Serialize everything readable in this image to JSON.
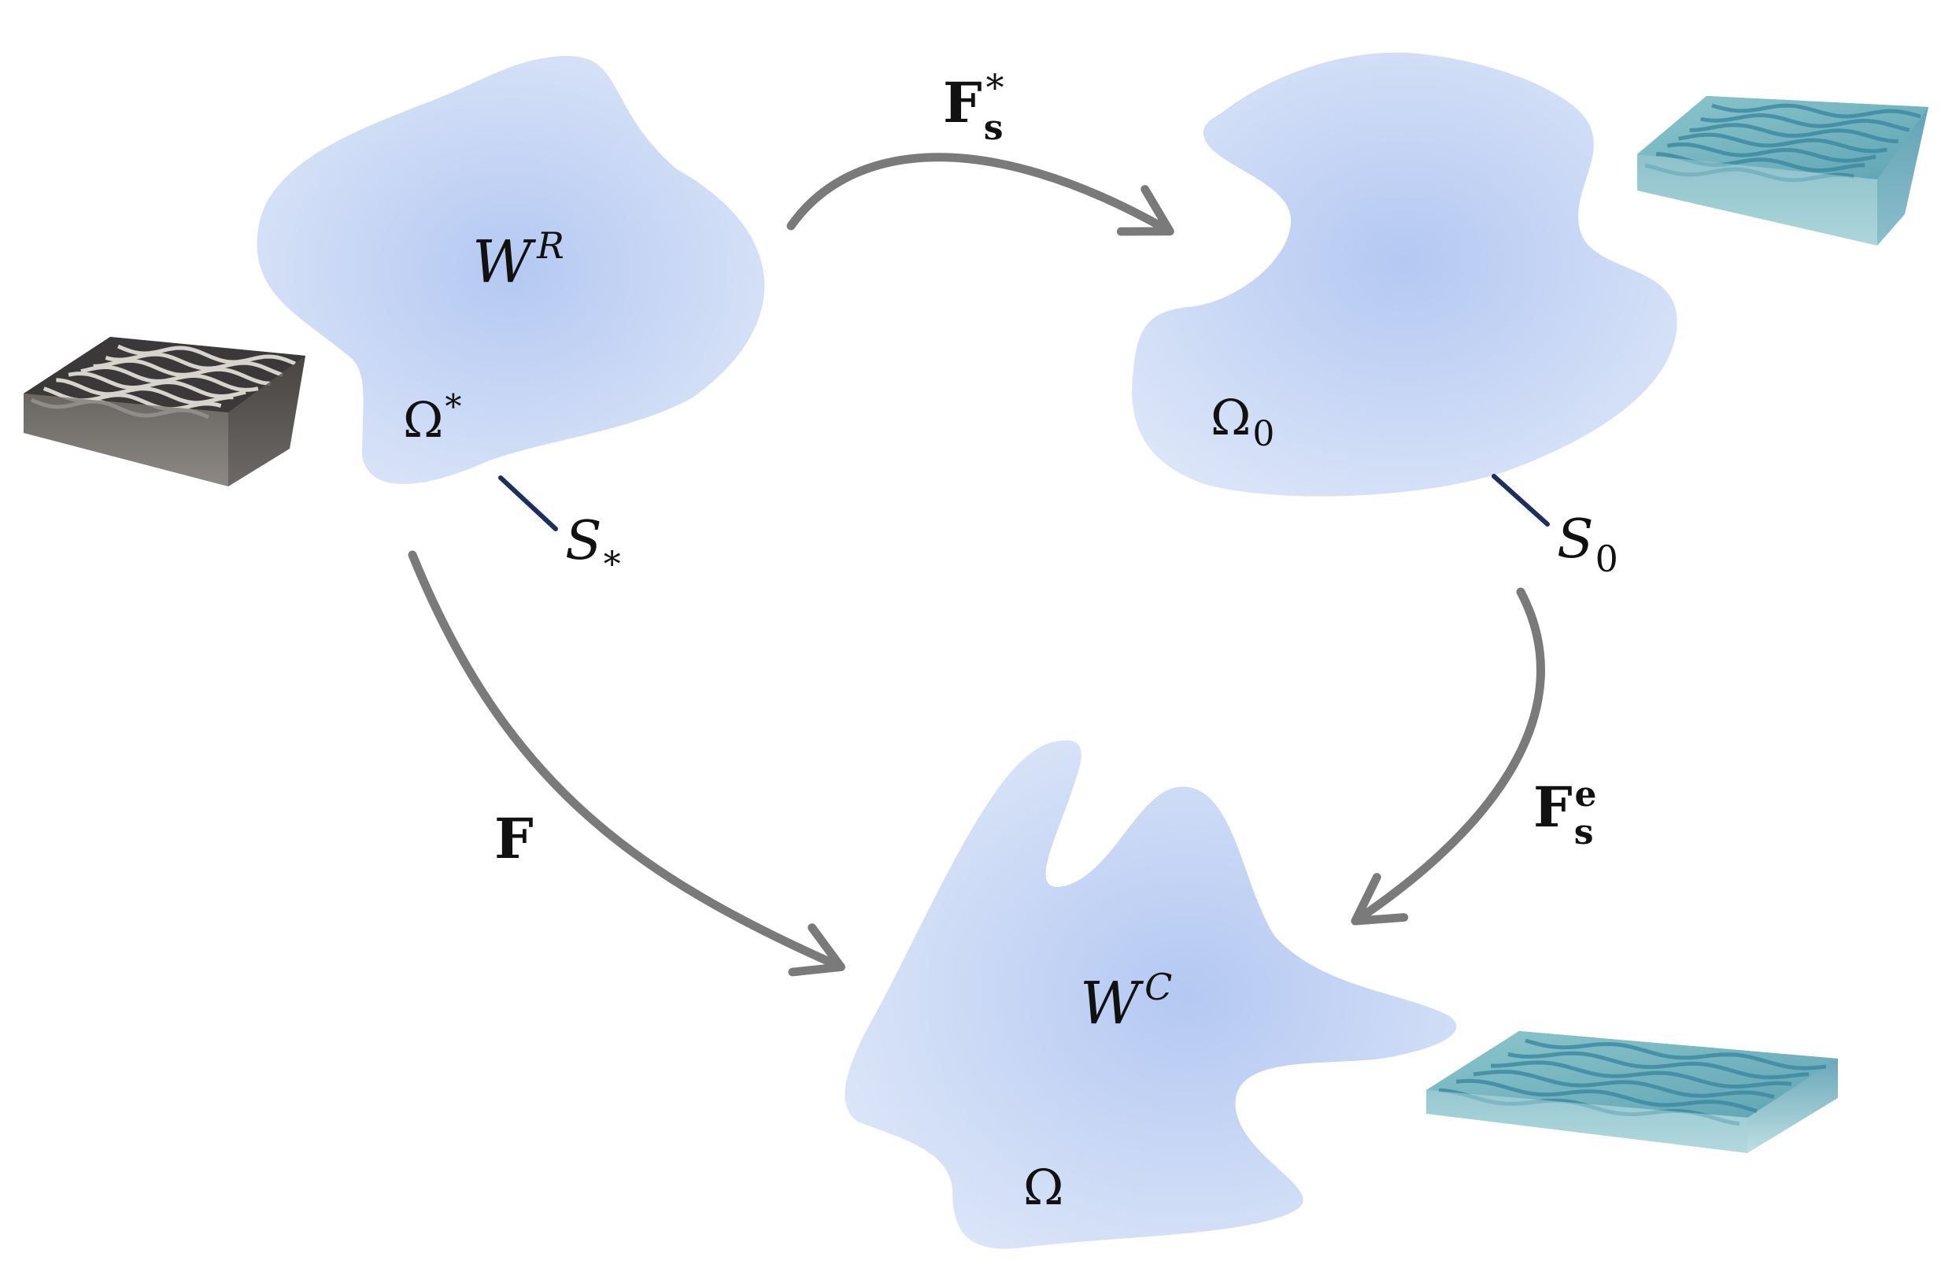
{
  "colors": {
    "region_center": "#b4c8f2",
    "region_edge": "#dbe5f8",
    "arrow": "#7a7a7a",
    "surface_line": "#1d2f5c",
    "dark_sample": "#3a3838",
    "dark_sample_light": "#d9d3cc",
    "teal_sample": "#5fa4b4",
    "teal_sample_light": "#bfdfe3"
  },
  "regions": [
    {
      "id": "omega-star",
      "energy": {
        "base": "W",
        "sup": "R"
      },
      "domain": {
        "base": "Ω",
        "sup": "*",
        "sub": ""
      },
      "surface": {
        "base": "S",
        "sub": "*"
      }
    },
    {
      "id": "omega-0",
      "energy": null,
      "domain": {
        "base": "Ω",
        "sup": "",
        "sub": "0"
      },
      "surface": {
        "base": "S",
        "sub": "0"
      }
    },
    {
      "id": "omega",
      "energy": {
        "base": "W",
        "sup": "C"
      },
      "domain": {
        "base": "Ω",
        "sup": "",
        "sub": ""
      },
      "surface": null
    }
  ],
  "maps": [
    {
      "id": "F-s-star",
      "from": "Ω*",
      "to": "Ω0",
      "base": "F",
      "sub": "s",
      "sup": "*"
    },
    {
      "id": "F",
      "from": "Ω*",
      "to": "Ω",
      "base": "F",
      "sub": "",
      "sup": ""
    },
    {
      "id": "F-s-e",
      "from": "Ω0",
      "to": "Ω",
      "base": "F",
      "sub": "s",
      "sup": "e"
    }
  ],
  "samples": [
    {
      "id": "dark-sample",
      "style": "dark",
      "attached_to": "Ω*"
    },
    {
      "id": "teal-sample-top",
      "style": "teal",
      "attached_to": "Ω0"
    },
    {
      "id": "teal-sample-bottom",
      "style": "teal",
      "attached_to": "Ω"
    }
  ]
}
